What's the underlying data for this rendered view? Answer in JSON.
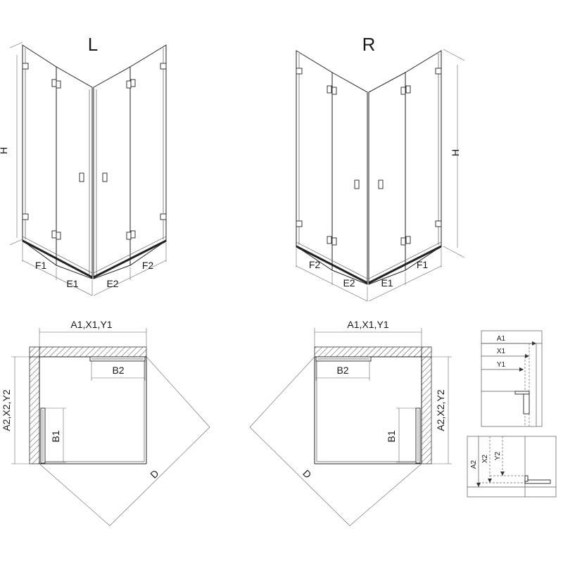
{
  "views": {
    "left": {
      "title": "L",
      "height_label": "H",
      "segments": [
        "F1",
        "E1",
        "E2",
        "F2"
      ]
    },
    "right": {
      "title": "R",
      "height_label": "H",
      "segments": [
        "F2",
        "E2",
        "E1",
        "F1"
      ]
    }
  },
  "plans": {
    "left": {
      "width_label": "A1,X1,Y1",
      "depth_label": "A2,X2,Y2",
      "b1_label": "B1",
      "b2_label": "B2",
      "diag_label": "D"
    },
    "right": {
      "width_label": "A1,X1,Y1",
      "depth_label": "A2,X2,Y2",
      "b1_label": "B1",
      "b2_label": "B2",
      "diag_label": "D"
    }
  },
  "details": {
    "top": {
      "labels": [
        "A1",
        "X1",
        "Y1"
      ]
    },
    "bottom": {
      "labels": [
        "A2",
        "X2",
        "Y2"
      ]
    }
  }
}
